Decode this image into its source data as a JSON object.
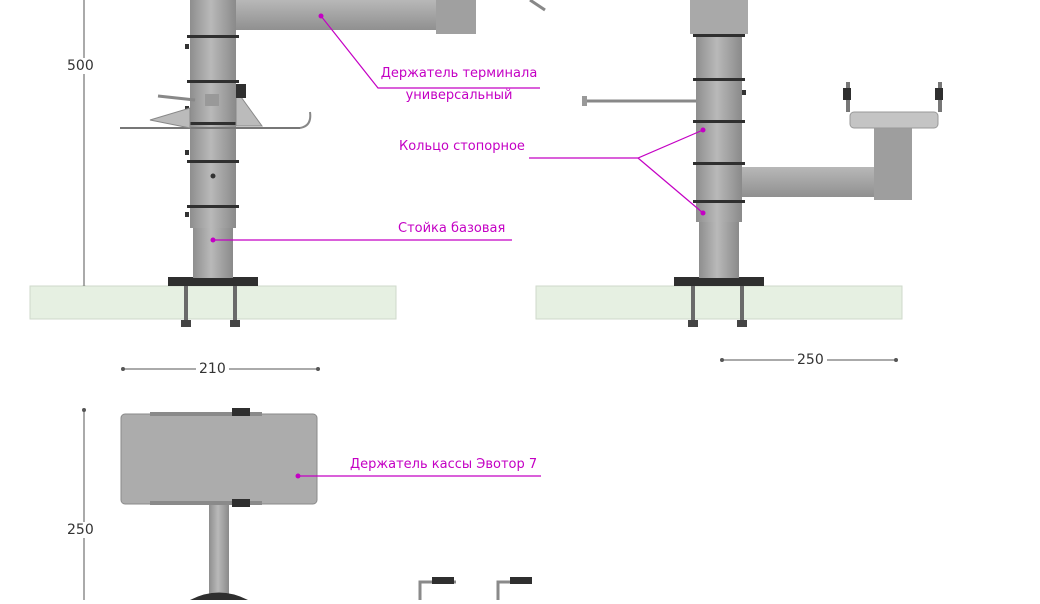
{
  "dimensions": {
    "height_main": "500",
    "width_left": "210",
    "width_right": "250",
    "height_bottom": "250"
  },
  "callouts": {
    "terminal_holder_line1": "Держатель терминала",
    "terminal_holder_line2": "универсальный",
    "stop_ring": "Кольцо стопорное",
    "base_stand": "Стойка базовая",
    "cash_register_holder": "Держатель кассы Эвотор 7"
  },
  "colors": {
    "callout": "#c400c4",
    "metal": "#a7a7a7",
    "metal_dark": "#2f2f2f",
    "table_top": "#e6f0e2"
  }
}
